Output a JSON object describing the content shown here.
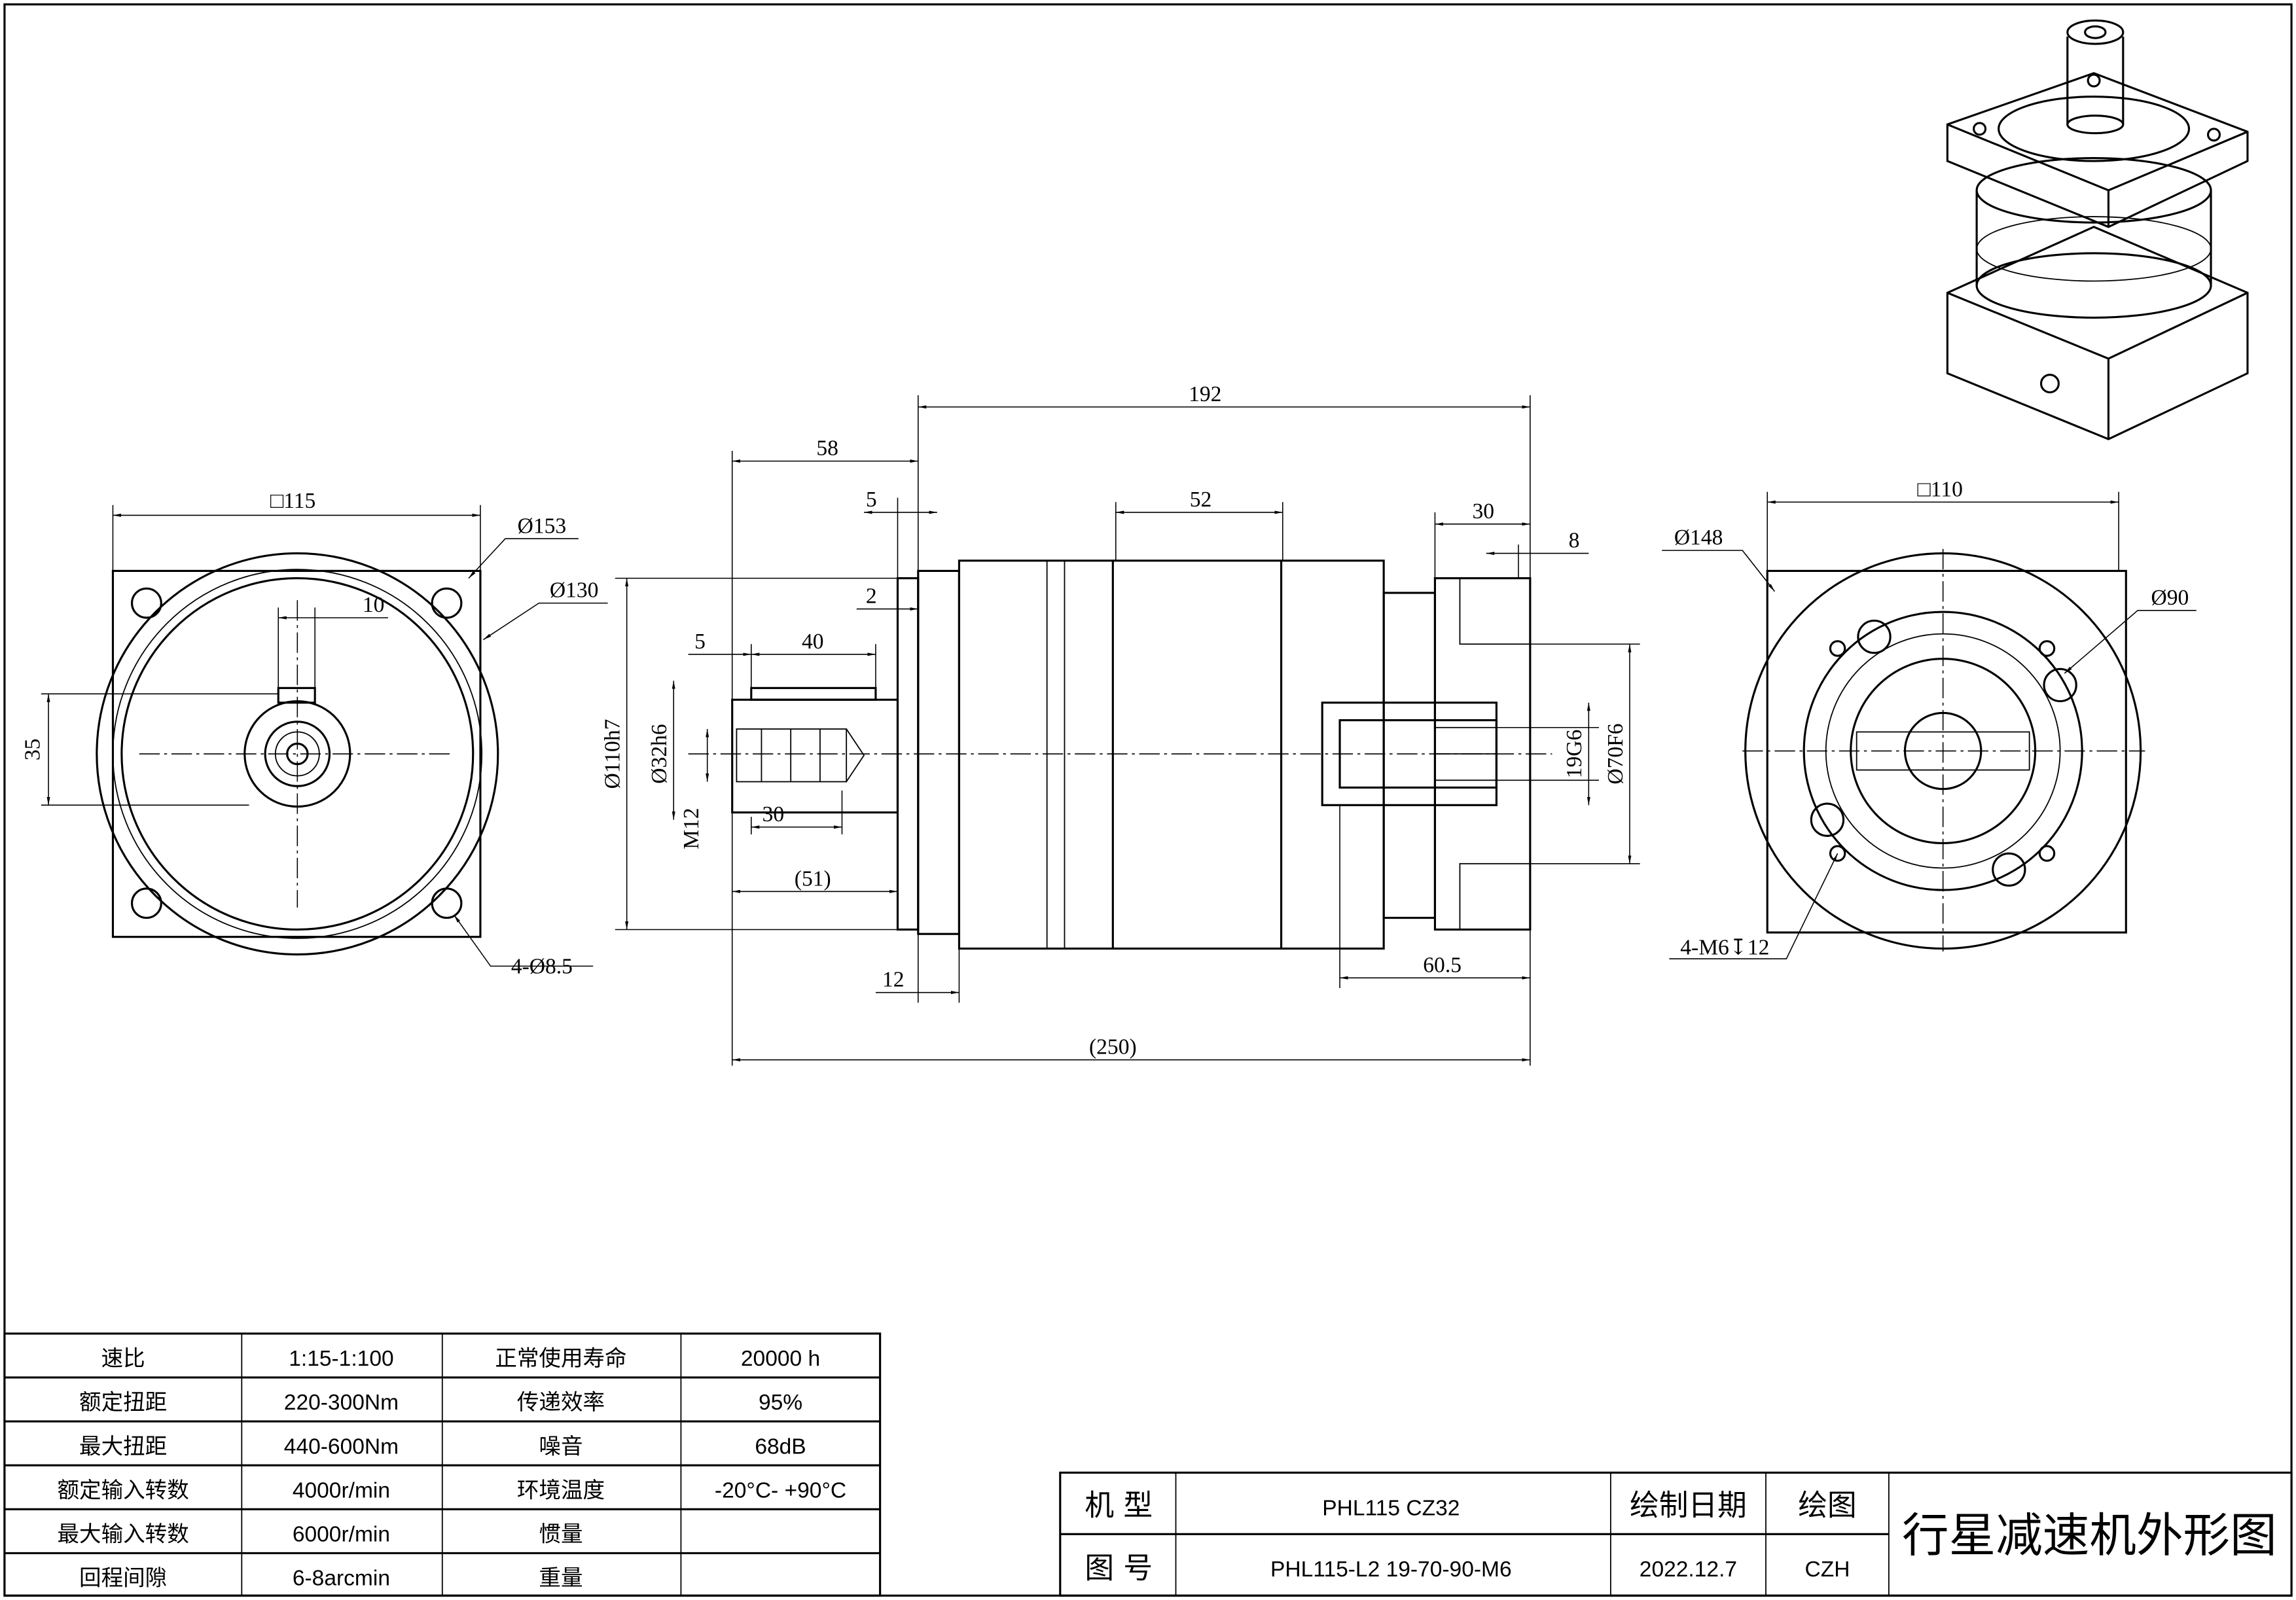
{
  "drawing": {
    "front_view": {
      "square": "□115",
      "d_outer": "Ø153",
      "d_pcd": "Ø130",
      "key_width": "10",
      "key_height": "35",
      "holes": "4-Ø8.5"
    },
    "side_view": {
      "len_192": "192",
      "len_58": "58",
      "len_5a": "5",
      "len_52": "52",
      "len_30a": "30",
      "len_8": "8",
      "len_2": "2",
      "d_pilot": "Ø110h7",
      "len_5b": "5",
      "len_40": "40",
      "d_shaft": "Ø32h6",
      "thread": "M12",
      "len_30b": "30",
      "len_51": "(51)",
      "len_12": "12",
      "len_60_5": "60.5",
      "len_250": "(250)",
      "d_bore": "19G6",
      "d_spigot": "Ø70F6"
    },
    "rear_view": {
      "square": "□110",
      "d_outer": "Ø148",
      "d_pcd": "Ø90",
      "holes": "4-M6↧12"
    }
  },
  "specs": {
    "rows": [
      [
        "速比",
        "1:15-1:100",
        "正常使用寿命",
        "20000 h"
      ],
      [
        "额定扭距",
        "220-300Nm",
        "传递效率",
        "95%"
      ],
      [
        "最大扭距",
        "440-600Nm",
        "噪音",
        "68dB"
      ],
      [
        "额定输入转数",
        "4000r/min",
        "环境温度",
        "-20°C- +90°C"
      ],
      [
        "最大输入转数",
        "6000r/min",
        "惯量",
        ""
      ],
      [
        "回程间隙",
        "6-8arcmin",
        "重量",
        ""
      ]
    ]
  },
  "title_block": {
    "model_label": "机 型",
    "model_value": "PHL115 CZ32",
    "drawing_no_label": "图 号",
    "drawing_no_value": "PHL115-L2 19-70-90-M6",
    "date_label": "绘制日期",
    "date_value": "2022.12.7",
    "drawer_label": "绘图",
    "drawer_value": "CZH",
    "title": "行星减速机外形图"
  }
}
